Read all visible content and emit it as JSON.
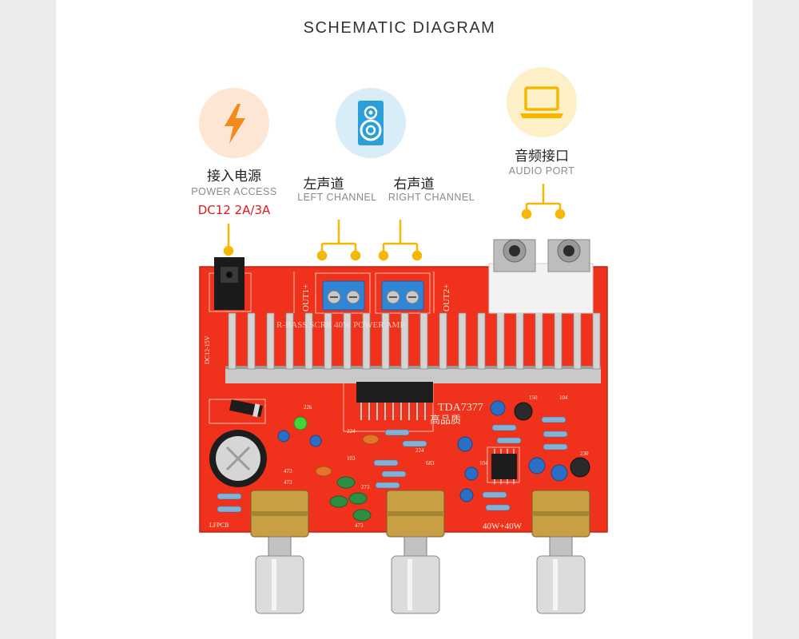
{
  "title": "SCHEMATIC DIAGRAM",
  "icons": {
    "power": "lightning-bolt-icon",
    "speaker": "speaker-icon",
    "audio": "laptop-icon"
  },
  "labels": {
    "power": {
      "cn": "接入电源",
      "en": "POWER ACCESS",
      "spec": "DC12 2A/3A"
    },
    "left": {
      "cn": "左声道",
      "en": "LEFT CHANNEL"
    },
    "right": {
      "cn": "右声道",
      "en": "RIGHT CHANNEL"
    },
    "audio": {
      "cn": "音频接口",
      "en": "AUDIO PORT"
    }
  },
  "board": {
    "chip": "TDA7377",
    "quality": "高品质",
    "out1": "OUT1+",
    "out2": "OUT2+",
    "power_rating": "40W+40W",
    "banner": "R-BASS SCRR 40W POWER AMP",
    "voltage": "DC12-15V",
    "model": "LFPCB",
    "codes": [
      "22k",
      "473",
      "473",
      "103",
      "224",
      "224",
      "683",
      "104",
      "150",
      "104",
      "273",
      "473",
      "230"
    ]
  },
  "colors": {
    "accent_yellow": "#f5b700",
    "power_circle": "#fde6d3",
    "speaker_circle": "#d8edf8",
    "audio_circle": "#fdf0c6",
    "pcb_red": "#f0321c",
    "spec_red": "#e0191c"
  }
}
